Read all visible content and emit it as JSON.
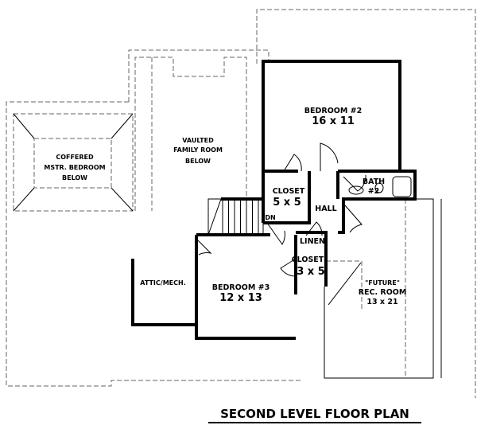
{
  "title": "SECOND LEVEL FLOOR PLAN",
  "rooms": {
    "coffered": [
      "COFFERED",
      "MSTR. BEDROOM",
      "BELOW"
    ],
    "vaulted": [
      "VAULTED",
      "FAMILY ROOM",
      "BELOW"
    ],
    "bedroom2": {
      "name": "BEDROOM #2",
      "size": "16 x 11"
    },
    "closet1": {
      "name": "CLOSET",
      "size": "5 x 5"
    },
    "bath2": [
      "BATH",
      "#2"
    ],
    "hall": "HALL",
    "dn": "DN",
    "linen": "LINEN",
    "closet2": {
      "name": "CLOSET",
      "size": "3 x 5"
    },
    "attic": "ATTIC/MECH.",
    "bedroom3": {
      "name": "BEDROOM #3",
      "size": "12 x 13"
    },
    "rec": [
      "\"FUTURE\"",
      "REC. ROOM",
      "13 x 21"
    ]
  }
}
